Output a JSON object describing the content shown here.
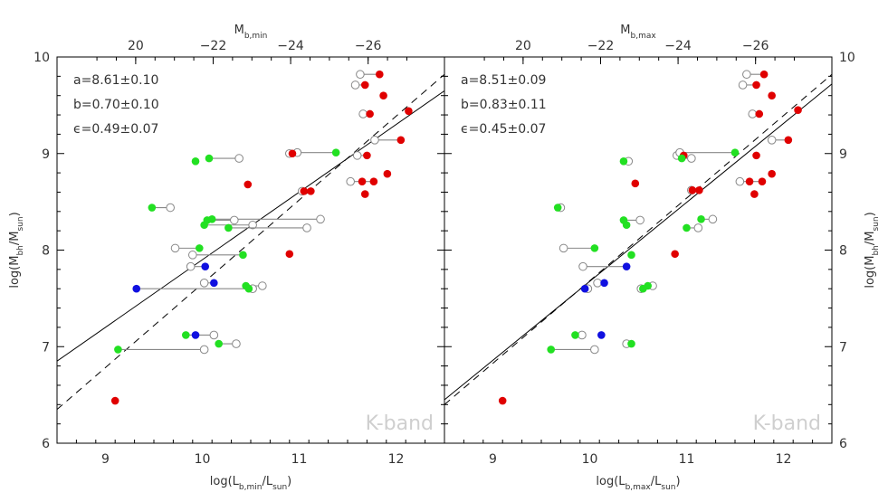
{
  "colors": {
    "red": "#e00000",
    "green": "#22e022",
    "blue": "#1010e0",
    "connector": "#888888",
    "open_marker": "#888888",
    "band_label": "#cfcfcf"
  },
  "chart_data": [
    {
      "type": "scatter",
      "panel": "left",
      "xlabel": "log(L_b,min/L_sun)",
      "ylabel": "log(M_bh/M_sun)",
      "top_label": "M_b,min",
      "xlim": [
        8.5,
        12.5
      ],
      "ylim": [
        6,
        10
      ],
      "x_ticks": [
        "9",
        "10",
        "11",
        "12"
      ],
      "y_ticks": [
        "6",
        "7",
        "8",
        "9",
        "10"
      ],
      "top_ticks": [
        "20",
        "−22",
        "−24",
        "−26"
      ],
      "grid": false,
      "stats": [
        "a=8.61±0.10",
        "b=0.70±0.10",
        "ϵ=0.49±0.07"
      ],
      "band_label": "K-band",
      "fit_solid": [
        [
          8.5,
          6.85
        ],
        [
          12.5,
          9.65
        ]
      ],
      "fit_dashed": [
        [
          8.5,
          6.35
        ],
        [
          12.5,
          9.82
        ]
      ],
      "points": [
        {
          "color": "red",
          "x": 11.83,
          "x_open": 11.63,
          "y": 9.82
        },
        {
          "color": "red",
          "x": 11.68,
          "x_open": 11.58,
          "y": 9.71
        },
        {
          "color": "red",
          "x": 11.87,
          "y": 9.6
        },
        {
          "color": "red",
          "x": 12.13,
          "y": 9.44
        },
        {
          "color": "red",
          "x": 11.73,
          "x_open": 11.66,
          "y": 9.41
        },
        {
          "color": "red",
          "x": 12.05,
          "x_open": 11.78,
          "y": 9.14
        },
        {
          "color": "red",
          "x": 10.93,
          "x_open": 10.9,
          "y": 9.0
        },
        {
          "color": "red",
          "x": 11.7,
          "x_open": 11.6,
          "y": 8.98
        },
        {
          "color": "red",
          "x": 11.05,
          "x_open": 11.03,
          "y": 8.61
        },
        {
          "color": "red",
          "x": 11.91,
          "y": 8.79
        },
        {
          "color": "red",
          "x": 11.77,
          "x_open": 11.53,
          "y": 8.71
        },
        {
          "color": "red",
          "x": 11.65,
          "y": 8.71
        },
        {
          "color": "red",
          "x": 10.47,
          "y": 8.68
        },
        {
          "color": "red",
          "x": 11.12,
          "y": 8.61
        },
        {
          "color": "red",
          "x": 11.68,
          "y": 8.58
        },
        {
          "color": "red",
          "x": 10.9,
          "y": 7.96
        },
        {
          "color": "red",
          "x": 9.1,
          "y": 6.44
        },
        {
          "color": "green",
          "x": 11.38,
          "x_open": 10.98,
          "y": 9.01
        },
        {
          "color": "green",
          "x": 10.07,
          "x_open": 10.38,
          "y": 8.95
        },
        {
          "color": "green",
          "x": 9.93,
          "y": 8.92
        },
        {
          "color": "green",
          "x": 9.48,
          "x_open": 9.67,
          "y": 8.44
        },
        {
          "color": "green",
          "x": 10.1,
          "x_open": 11.22,
          "y": 8.32
        },
        {
          "color": "green",
          "x": 10.05,
          "x_open": 10.33,
          "y": 8.31
        },
        {
          "color": "green",
          "x": 10.02,
          "x_open": 10.52,
          "y": 8.26
        },
        {
          "color": "green",
          "x": 10.27,
          "x_open": 11.08,
          "y": 8.23
        },
        {
          "color": "green",
          "x": 9.97,
          "x_open": 9.72,
          "y": 8.02
        },
        {
          "color": "green",
          "x": 10.42,
          "x_open": 9.9,
          "y": 7.95
        },
        {
          "color": "green",
          "x": 10.45,
          "x_open": 10.62,
          "y": 7.63
        },
        {
          "color": "green",
          "x": 10.48,
          "y": 7.6
        },
        {
          "color": "green",
          "x": 9.83,
          "x_open": 10.12,
          "y": 7.12
        },
        {
          "color": "green",
          "x": 10.17,
          "x_open": 10.35,
          "y": 7.03
        },
        {
          "color": "green",
          "x": 9.13,
          "x_open": 10.02,
          "y": 6.97
        },
        {
          "color": "blue",
          "x": 10.03,
          "x_open": 9.88,
          "y": 7.83
        },
        {
          "color": "blue",
          "x": 10.12,
          "x_open": 10.02,
          "y": 7.66
        },
        {
          "color": "blue",
          "x": 9.32,
          "x_open": 10.52,
          "y": 7.6
        },
        {
          "color": "blue",
          "x": 9.93,
          "y": 7.12
        }
      ]
    },
    {
      "type": "scatter",
      "panel": "right",
      "xlabel": "log(L_b,max/L_sun)",
      "ylabel": "log(M_bh/M_sun)",
      "top_label": "M_b,max",
      "xlim": [
        8.5,
        12.5
      ],
      "ylim": [
        6,
        10
      ],
      "x_ticks": [
        "9",
        "10",
        "11",
        "12"
      ],
      "y_ticks": [
        "6",
        "7",
        "8",
        "9",
        "10"
      ],
      "top_ticks": [
        "20",
        "−22",
        "−24",
        "−26"
      ],
      "grid": false,
      "stats": [
        "a=8.51±0.09",
        "b=0.83±0.11",
        "ϵ=0.45±0.07"
      ],
      "band_label": "K-band",
      "fit_solid": [
        [
          8.5,
          6.45
        ],
        [
          12.5,
          9.72
        ]
      ],
      "fit_dashed": [
        [
          8.5,
          6.4
        ],
        [
          12.5,
          9.82
        ]
      ],
      "points": [
        {
          "color": "red",
          "x": 11.8,
          "x_open": 11.62,
          "y": 9.82
        },
        {
          "color": "red",
          "x": 11.72,
          "x_open": 11.58,
          "y": 9.71
        },
        {
          "color": "red",
          "x": 11.88,
          "y": 9.6
        },
        {
          "color": "red",
          "x": 12.15,
          "y": 9.45
        },
        {
          "color": "red",
          "x": 11.75,
          "x_open": 11.68,
          "y": 9.41
        },
        {
          "color": "red",
          "x": 12.05,
          "x_open": 11.88,
          "y": 9.14
        },
        {
          "color": "red",
          "x": 10.97,
          "x_open": 10.9,
          "y": 8.98
        },
        {
          "color": "red",
          "x": 11.72,
          "y": 8.98
        },
        {
          "color": "red",
          "x": 11.06,
          "x_open": 11.05,
          "y": 8.62
        },
        {
          "color": "red",
          "x": 11.88,
          "y": 8.79
        },
        {
          "color": "red",
          "x": 11.78,
          "x_open": 11.55,
          "y": 8.71
        },
        {
          "color": "red",
          "x": 11.65,
          "y": 8.71
        },
        {
          "color": "red",
          "x": 10.47,
          "y": 8.69
        },
        {
          "color": "red",
          "x": 11.13,
          "y": 8.62
        },
        {
          "color": "red",
          "x": 11.7,
          "y": 8.58
        },
        {
          "color": "red",
          "x": 10.88,
          "y": 7.96
        },
        {
          "color": "red",
          "x": 9.1,
          "y": 6.44
        },
        {
          "color": "green",
          "x": 11.5,
          "x_open": 10.93,
          "y": 9.01
        },
        {
          "color": "green",
          "x": 10.95,
          "x_open": 11.05,
          "y": 8.95
        },
        {
          "color": "green",
          "x": 10.35,
          "x_open": 10.4,
          "y": 8.92
        },
        {
          "color": "green",
          "x": 9.67,
          "x_open": 9.7,
          "y": 8.44
        },
        {
          "color": "green",
          "x": 11.15,
          "x_open": 11.27,
          "y": 8.32
        },
        {
          "color": "green",
          "x": 10.35,
          "x_open": 10.52,
          "y": 8.31
        },
        {
          "color": "green",
          "x": 10.38,
          "y": 8.26
        },
        {
          "color": "green",
          "x": 11.0,
          "x_open": 11.12,
          "y": 8.23
        },
        {
          "color": "green",
          "x": 10.05,
          "x_open": 9.73,
          "y": 8.02
        },
        {
          "color": "green",
          "x": 10.43,
          "y": 7.95
        },
        {
          "color": "green",
          "x": 10.6,
          "x_open": 10.65,
          "y": 7.63
        },
        {
          "color": "green",
          "x": 10.55,
          "x_open": 10.53,
          "y": 7.6
        },
        {
          "color": "green",
          "x": 9.85,
          "x_open": 9.92,
          "y": 7.12
        },
        {
          "color": "green",
          "x": 10.43,
          "x_open": 10.38,
          "y": 7.03
        },
        {
          "color": "green",
          "x": 9.6,
          "x_open": 10.05,
          "y": 6.97
        },
        {
          "color": "blue",
          "x": 10.38,
          "x_open": 9.93,
          "y": 7.83
        },
        {
          "color": "blue",
          "x": 10.15,
          "x_open": 10.08,
          "y": 7.66
        },
        {
          "color": "blue",
          "x": 9.95,
          "x_open": 9.98,
          "y": 7.6
        },
        {
          "color": "blue",
          "x": 10.12,
          "y": 7.12
        }
      ]
    }
  ]
}
